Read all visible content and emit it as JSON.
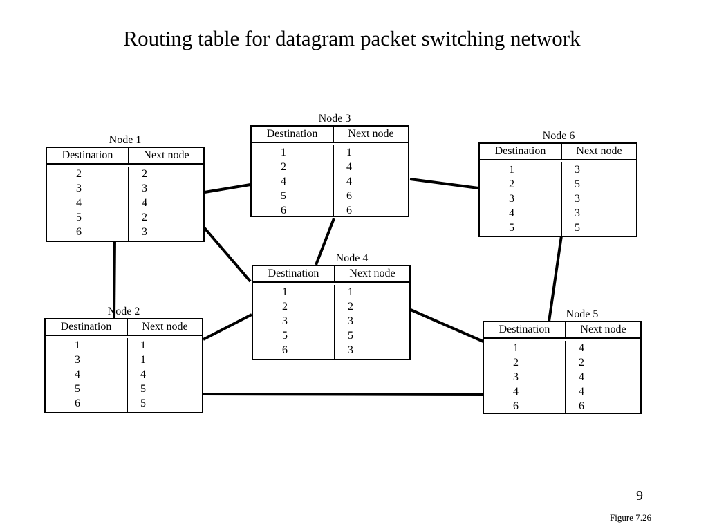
{
  "title": "Routing table for datagram packet switching network",
  "header_destination": "Destination",
  "header_next": "Next node",
  "nodes": {
    "n1": {
      "label": "Node 1",
      "destinations": [
        "2",
        "3",
        "4",
        "5",
        "6"
      ],
      "next": [
        "2",
        "3",
        "4",
        "2",
        "3"
      ]
    },
    "n2": {
      "label": "Node 2",
      "destinations": [
        "1",
        "3",
        "4",
        "5",
        "6"
      ],
      "next": [
        "1",
        "1",
        "4",
        "5",
        "5"
      ]
    },
    "n3": {
      "label": "Node 3",
      "destinations": [
        "1",
        "2",
        "4",
        "5",
        "6"
      ],
      "next": [
        "1",
        "4",
        "4",
        "6",
        "6"
      ]
    },
    "n4": {
      "label": "Node 4",
      "destinations": [
        "1",
        "2",
        "3",
        "5",
        "6"
      ],
      "next": [
        "1",
        "2",
        "3",
        "5",
        "3"
      ]
    },
    "n5": {
      "label": "Node 5",
      "destinations": [
        "1",
        "2",
        "3",
        "4",
        "6"
      ],
      "next": [
        "4",
        "2",
        "4",
        "4",
        "6"
      ]
    },
    "n6": {
      "label": "Node 6",
      "destinations": [
        "1",
        "2",
        "3",
        "4",
        "5"
      ],
      "next": [
        "3",
        "5",
        "3",
        "3",
        "5"
      ]
    }
  },
  "links": [
    [
      "n1",
      "n3"
    ],
    [
      "n1",
      "n4"
    ],
    [
      "n1",
      "n2"
    ],
    [
      "n2",
      "n4"
    ],
    [
      "n2",
      "n5"
    ],
    [
      "n3",
      "n4"
    ],
    [
      "n3",
      "n6"
    ],
    [
      "n4",
      "n5"
    ],
    [
      "n6",
      "n5"
    ]
  ],
  "page_number": "9",
  "figure_label": "Figure 7.26"
}
